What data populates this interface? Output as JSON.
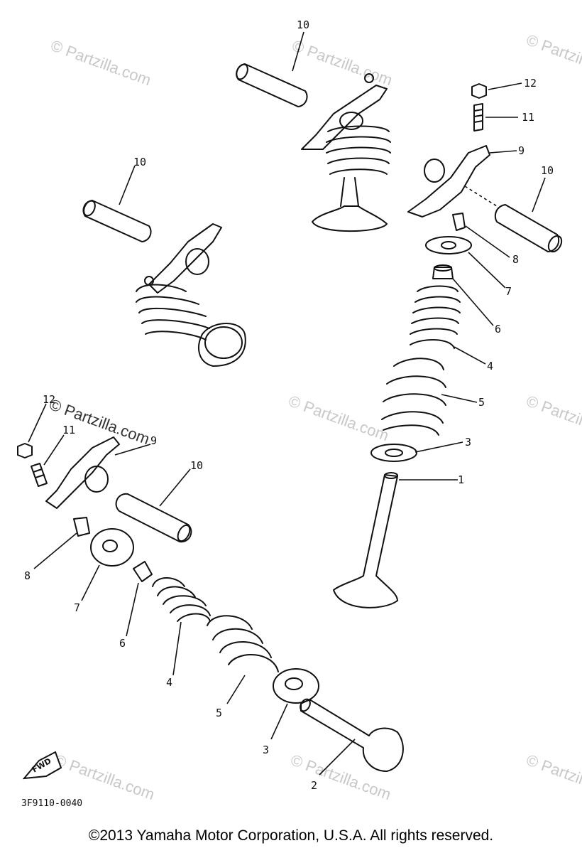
{
  "watermark": {
    "text": "© Partzilla.com"
  },
  "fwd_label": "FWD",
  "doc_code": "3F9110-0040",
  "copyright": "©2013 Yamaha Motor Corporation, U.S.A. All rights reserved.",
  "callouts": {
    "c10_top": "10",
    "c12_right": "12",
    "c11_right": "11",
    "c9_right": "9",
    "c10_right": "10",
    "c10_left": "10",
    "c8_right": "8",
    "c7_right": "7",
    "c6_right": "6",
    "c4_right": "4",
    "c5_right": "5",
    "c3_right": "3",
    "c1_right": "1",
    "c12_left": "12",
    "c11_left": "11",
    "c9_left": "9",
    "c10_lower": "10",
    "c8_left": "8",
    "c7_left": "7",
    "c6_left": "6",
    "c4_left": "4",
    "c5_left": "5",
    "c3_left": "3",
    "c2_left": "2"
  }
}
